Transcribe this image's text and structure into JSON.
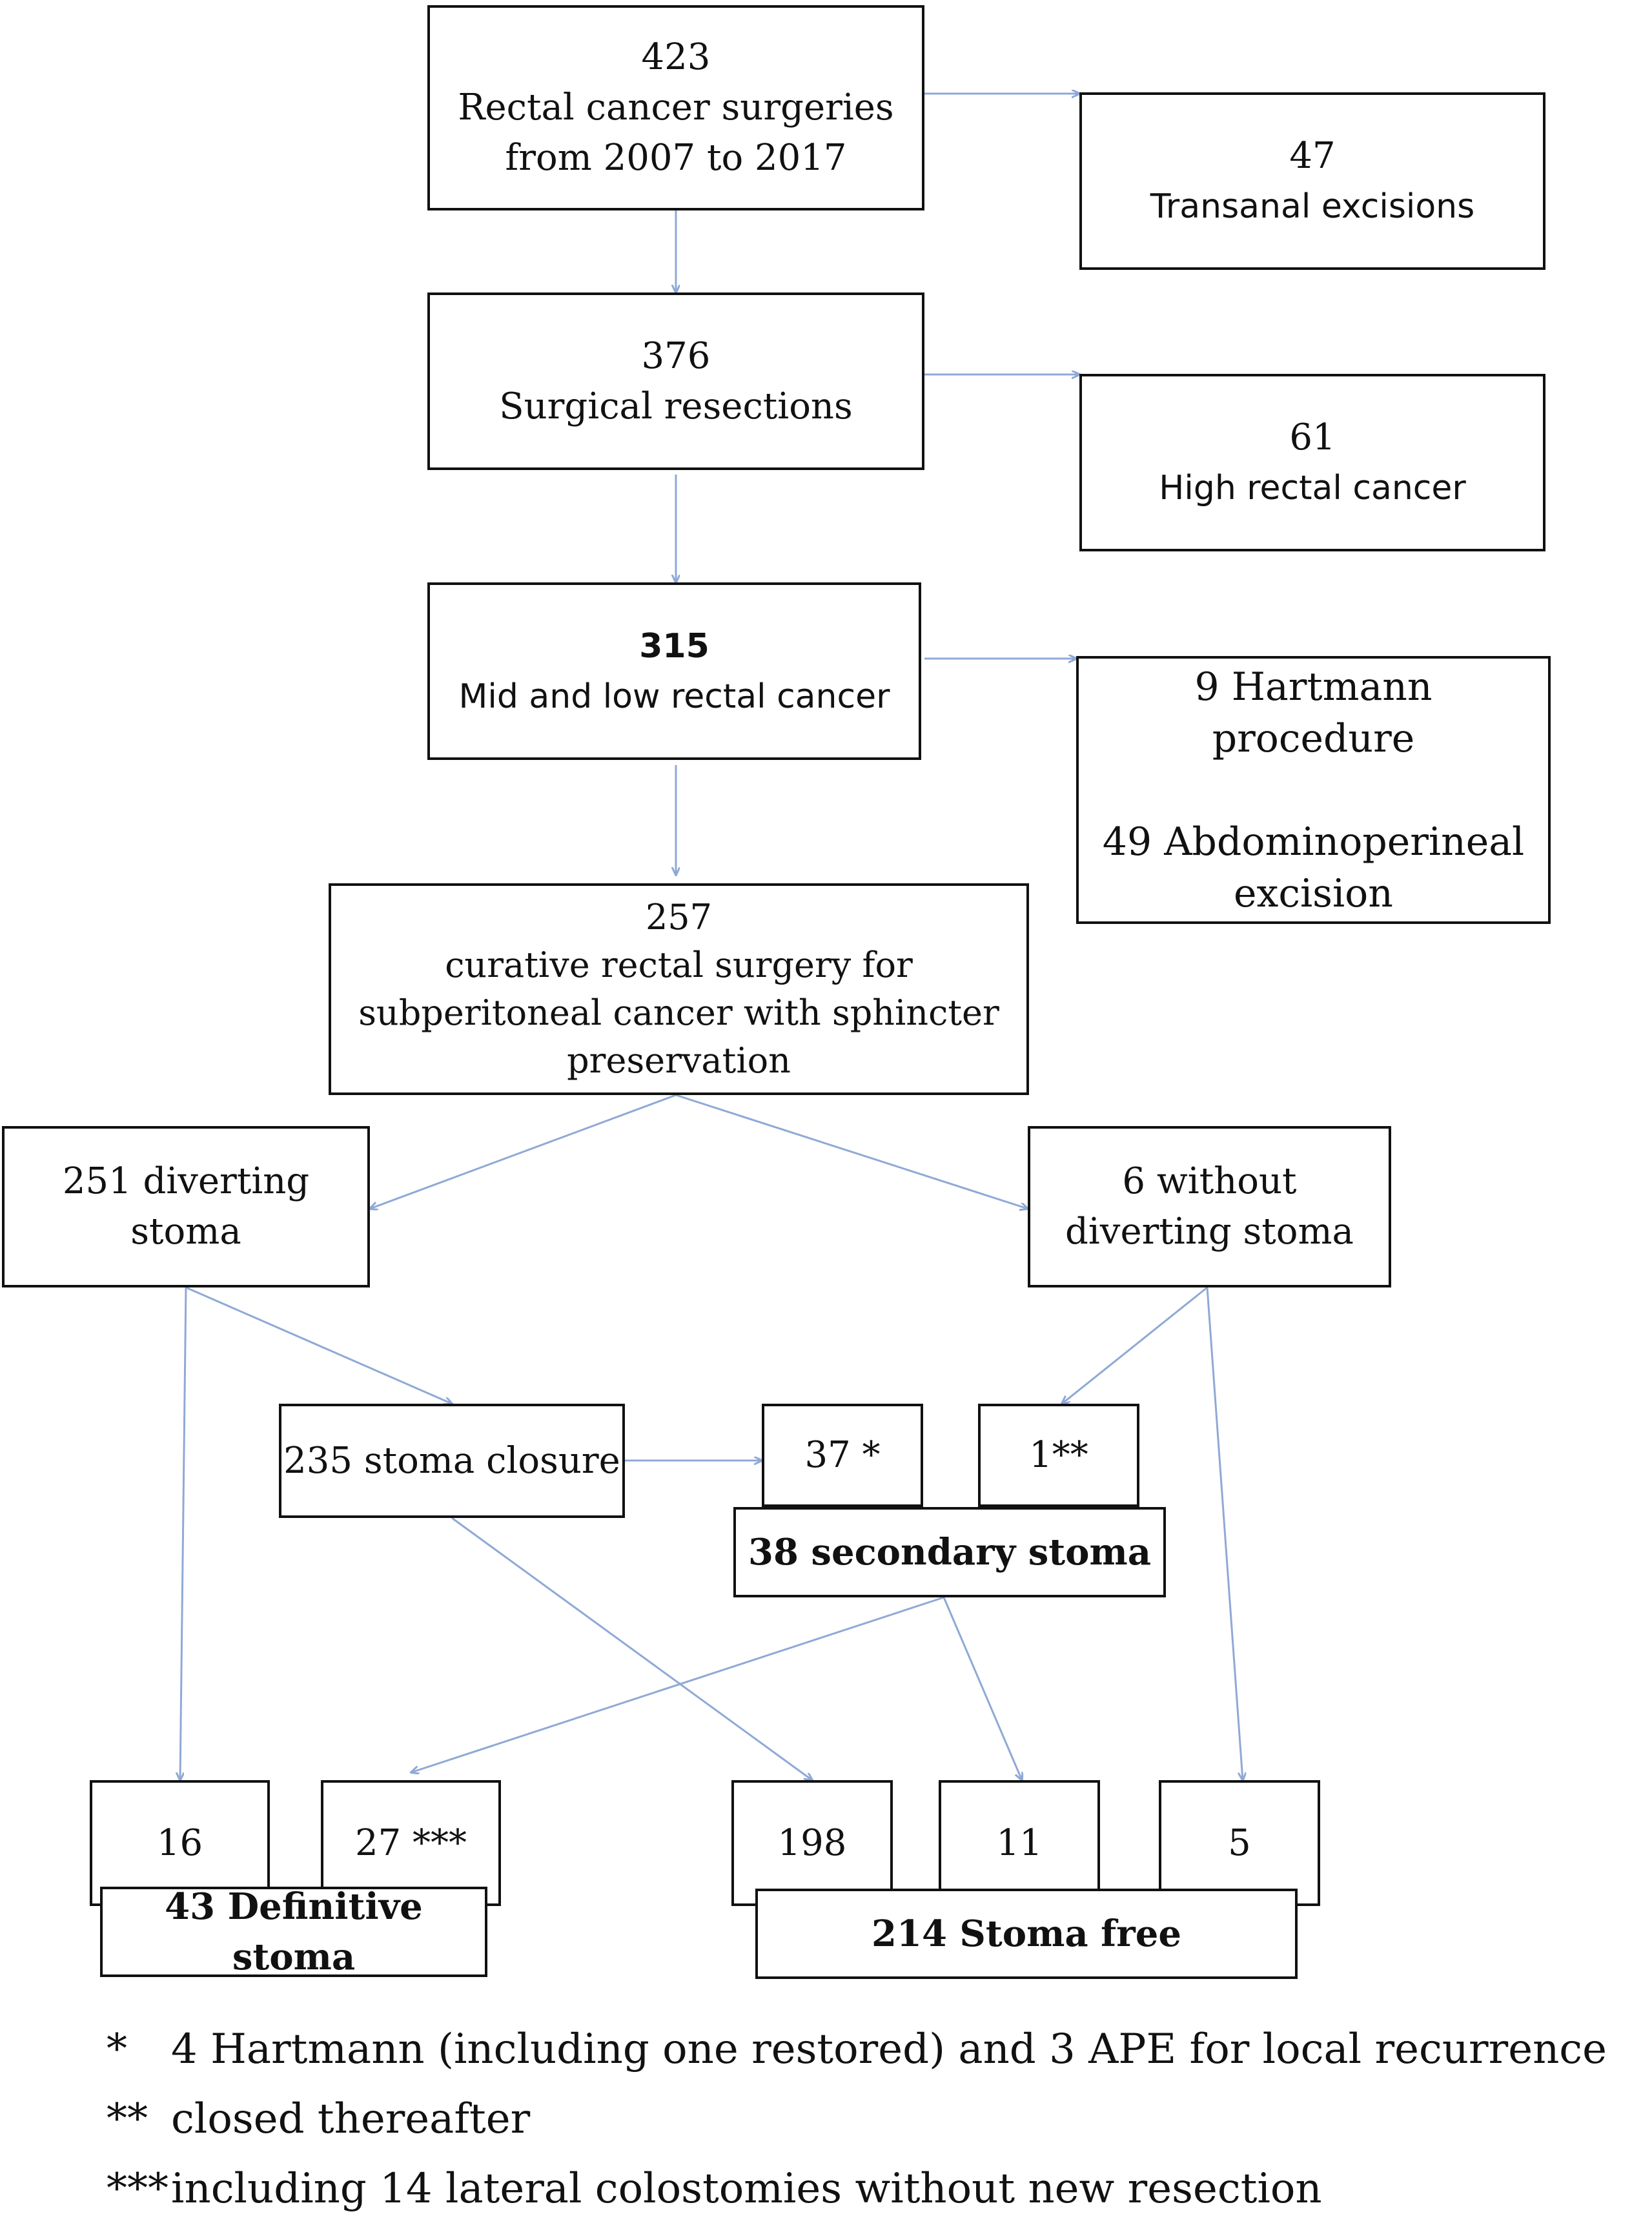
{
  "nodes": {
    "total": {
      "lines": [
        "423",
        "Rectal cancer surgeries",
        "from 2007 to 2017"
      ]
    },
    "transanal": {
      "lines": [
        "47",
        "Transanal excisions"
      ]
    },
    "resections": {
      "lines": [
        "376",
        "Surgical resections"
      ]
    },
    "high": {
      "lines": [
        "61",
        "High rectal cancer"
      ]
    },
    "midlow": {
      "lines": [
        "315",
        "Mid and low rectal cancer"
      ]
    },
    "hartmann": {
      "lines": [
        "9 Hartmann",
        "procedure",
        "",
        "49 Abdominoperineal",
        "excision"
      ]
    },
    "curative": {
      "lines": [
        "257",
        "curative rectal surgery for",
        "subperitoneal cancer with sphincter",
        "preservation"
      ]
    },
    "diverting": {
      "lines": [
        "251 diverting",
        "stoma"
      ]
    },
    "without": {
      "lines": [
        "6 without",
        "diverting stoma"
      ]
    },
    "closure": {
      "lines": [
        "235 stoma closure"
      ]
    },
    "n37": {
      "lines": [
        "37 *"
      ]
    },
    "n1": {
      "lines": [
        "1**"
      ]
    },
    "secondary": {
      "lines": [
        "38 secondary stoma"
      ]
    },
    "n16": {
      "lines": [
        "16"
      ]
    },
    "n27": {
      "lines": [
        "27 ***"
      ]
    },
    "definitive": {
      "lines": [
        "43 Definitive stoma"
      ]
    },
    "n198": {
      "lines": [
        "198"
      ]
    },
    "n11": {
      "lines": [
        "11"
      ]
    },
    "n5": {
      "lines": [
        "5"
      ]
    },
    "stomafree": {
      "lines": [
        "214 Stoma free"
      ]
    }
  },
  "footnotes": [
    {
      "mark": "*",
      "text": "4 Hartmann (including one restored) and 3 APE for local recurrence"
    },
    {
      "mark": "**",
      "text": "closed thereafter"
    },
    {
      "mark": "***",
      "text": "including 14 lateral colostomies without new resection"
    }
  ],
  "colors": {
    "arrow": "#8fa9d6",
    "border": "#111111"
  }
}
